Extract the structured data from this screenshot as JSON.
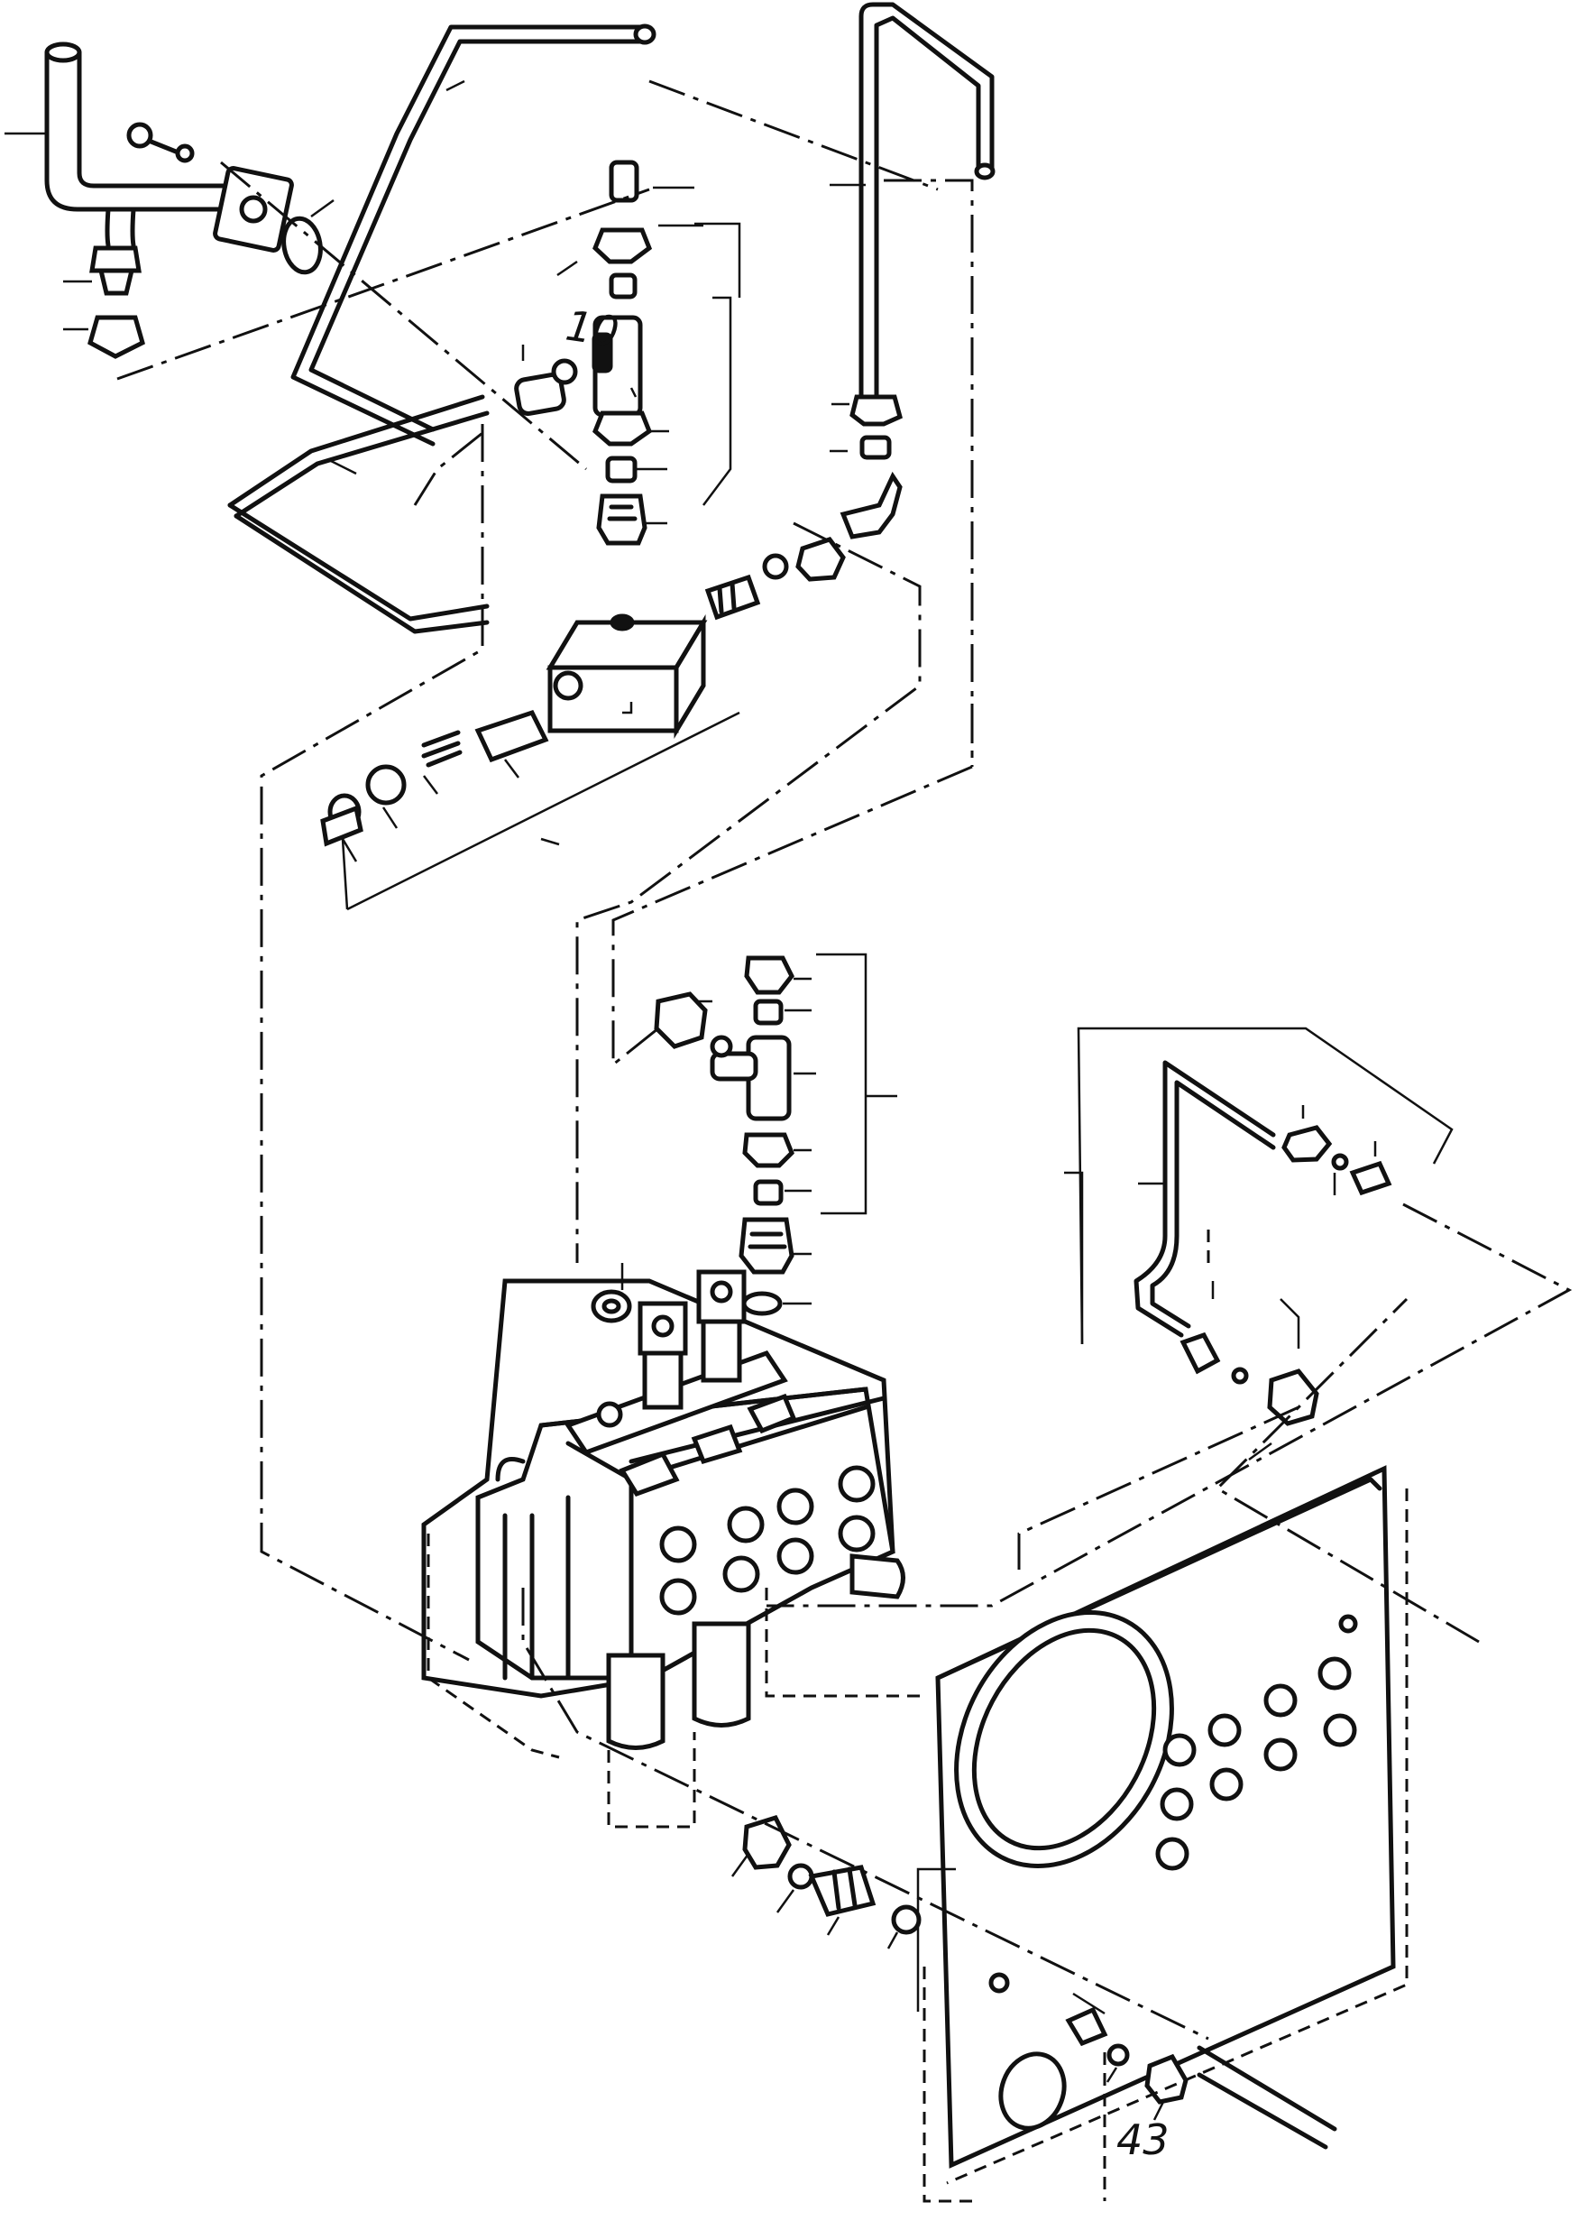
{
  "diagram": {
    "callouts": [
      {
        "id": "callout-10",
        "text": "10"
      },
      {
        "id": "callout-43",
        "text": "43"
      }
    ]
  }
}
